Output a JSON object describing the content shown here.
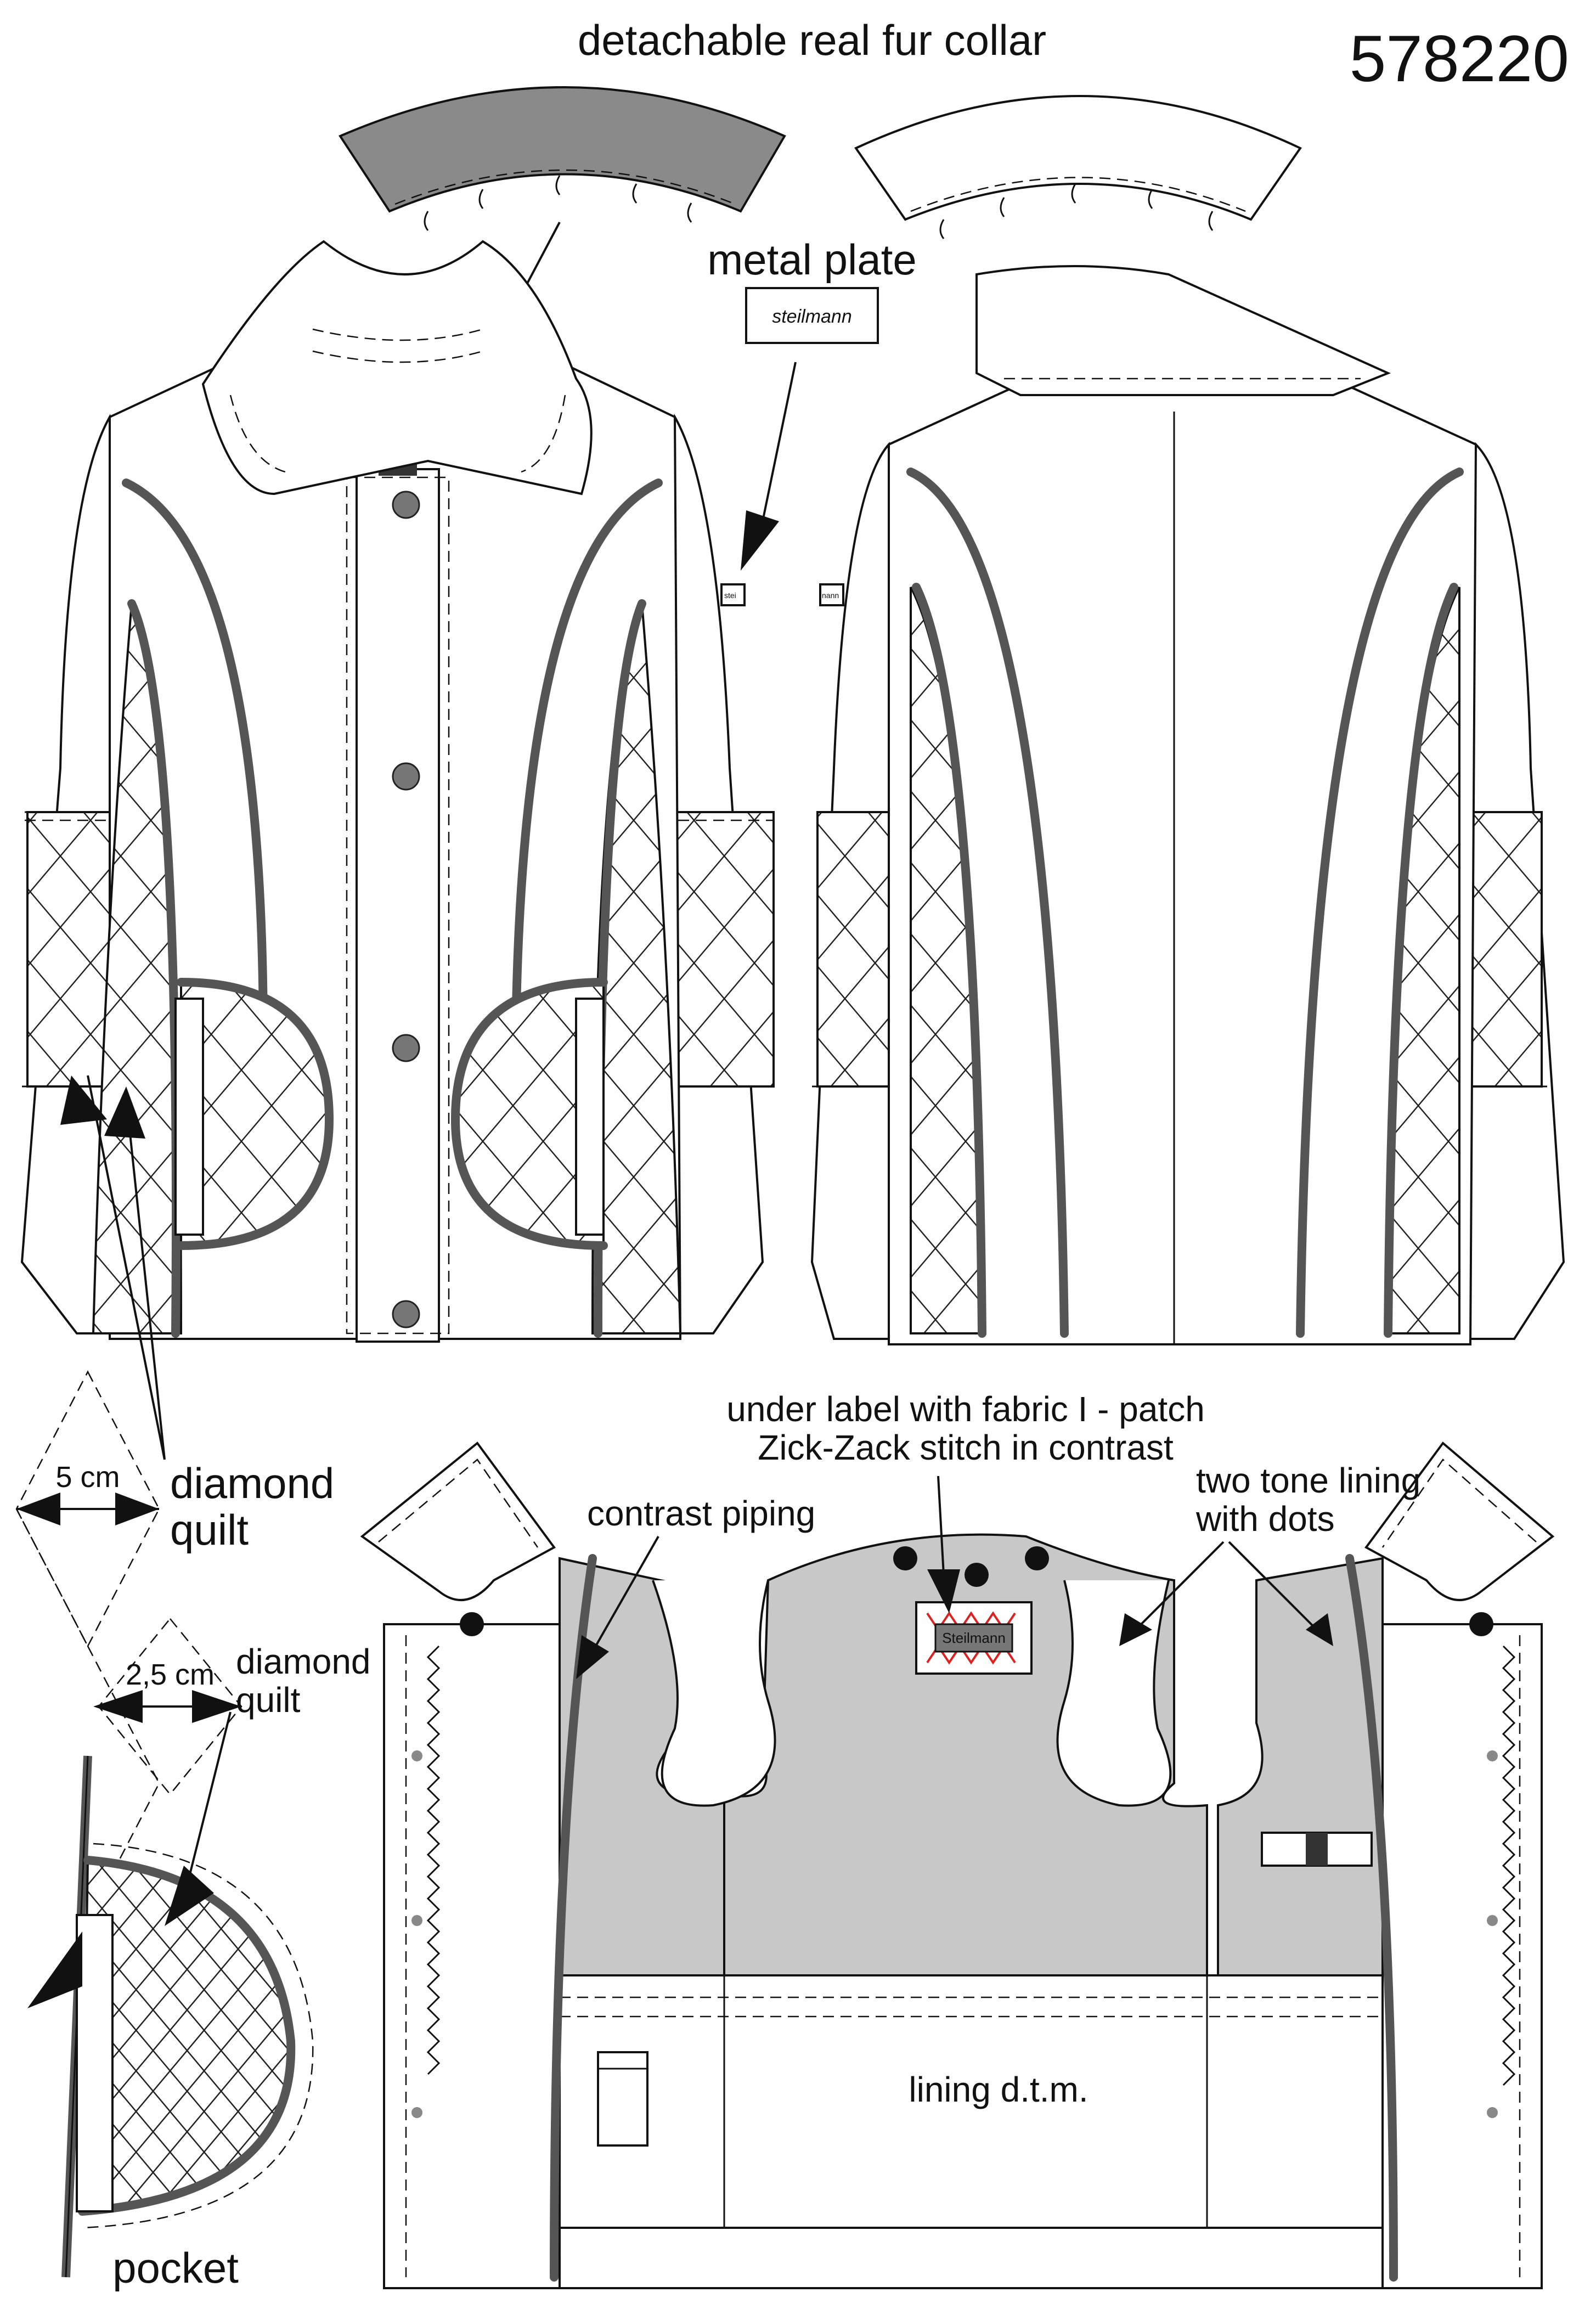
{
  "header": {
    "style_number": "578220",
    "collar_label": "detachable real fur collar"
  },
  "callouts": {
    "metal_plate": "metal plate",
    "metal_plate_brand": "steilmann",
    "diamond_quilt_large": [
      "diamond",
      "quilt"
    ],
    "diamond_quilt_small": [
      "diamond",
      "quilt"
    ],
    "size_large": "5 cm",
    "size_small": "2,5 cm",
    "pocket": "pocket",
    "under_label_1": "under label with fabric I - patch",
    "under_label_2": "Zick-Zack stitch in contrast",
    "contrast_piping": "contrast piping",
    "two_tone_1": "two tone lining",
    "two_tone_2": "with dots",
    "lining_dtm": "lining d.t.m.",
    "inner_label_brand": "Steilmann",
    "sleeve_plate_front": "stei",
    "sleeve_plate_back": "nann"
  },
  "colors": {
    "fur_collar": "#8a8a8a",
    "piping": "#555555",
    "lining_gray": "#c8c8c8",
    "buttons": "#777777",
    "zigzag_stitch": "#e02020"
  }
}
